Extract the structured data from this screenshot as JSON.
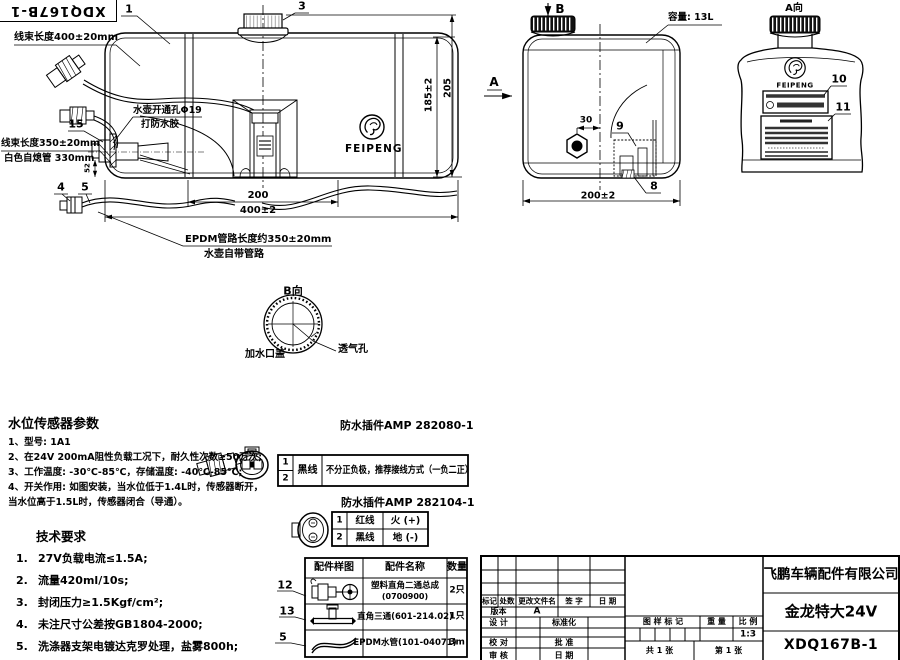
{
  "drawing": {
    "corner_code": "XDQ167B-1"
  },
  "front_view": {
    "callouts": {
      "c1": "1",
      "c3": "3",
      "c4": "4",
      "c5": "5",
      "c15": "15"
    },
    "labels": {
      "harness_400": "线束长度400±20mm",
      "hole_line1": "水壶开通孔Φ19",
      "hole_line2": "打防水胶",
      "harness_350": "线束长度350±20mm",
      "white_tube": "白色自熄管 330mm",
      "epdm_line1": "EPDM管路长度约350±20mm",
      "epdm_line2": "水壶自带管路",
      "logo": "FEIPENG"
    },
    "dims": {
      "w_inner": "200",
      "w_total": "400±2",
      "h_body": "185±2",
      "h_total": "205",
      "sensor_h": "52"
    }
  },
  "b_detail": {
    "title": "B向",
    "cap": "加水口盖",
    "vent": "透气孔"
  },
  "side_view": {
    "view_a": "A",
    "view_b": "B",
    "capacity": "容量: 13L",
    "dim_30": "30",
    "dim_width": "200±2",
    "callouts": {
      "c8": "8",
      "c9": "9"
    }
  },
  "a_view": {
    "title": "A向",
    "logo": "FEIPENG",
    "callouts": {
      "c10": "10",
      "c11": "11"
    }
  },
  "sensor_params": {
    "title": "水位传感器参数",
    "lines": [
      "1、型号: 1A1",
      "2、在24V 200mA阻性负载工况下，耐久性次数≥50万次;",
      "3、工作温度: -30℃-85℃，存储温度: -40℃-85℃;",
      "4、开关作用: 如图安装，当水位低于1.4L时，传感器断开，",
      "当水位高于1.5L时，传感器闭合（导通）。"
    ]
  },
  "connector1": {
    "title": "防水插件AMP 282080-1",
    "pin1": "1",
    "pin2": "2",
    "wire": "黑线",
    "desc": "不分正负极，推荐接线方式（一负二正）"
  },
  "connector2": {
    "title": "防水插件AMP 282104-1",
    "rows": [
      {
        "pin": "1",
        "wire": "红线",
        "func": "火 (+)"
      },
      {
        "pin": "2",
        "wire": "黑线",
        "func": "地 (-)"
      }
    ]
  },
  "tech_req": {
    "title": "技术要求",
    "items": [
      {
        "no": "1.",
        "text": "27V负载电流≤1.5A;"
      },
      {
        "no": "2.",
        "text": "流量420ml/10s;"
      },
      {
        "no": "3.",
        "text": "封闭压力≥1.5Kgf/cm²;"
      },
      {
        "no": "4.",
        "text": "未注尺寸公差按GB1804-2000;"
      },
      {
        "no": "5.",
        "text": "洗涤器支架电镀达克罗处理，盐雾800h;"
      }
    ]
  },
  "parts_table": {
    "headers": [
      "配件样图",
      "配件名称",
      "数量"
    ],
    "rows": [
      {
        "callout": "12",
        "name": "塑料直角二通总成",
        "name2": "(0700900)",
        "qty": "2只"
      },
      {
        "callout": "13",
        "name": "直角三通(601-214.02)",
        "name2": "",
        "qty": "1只"
      },
      {
        "callout": "5",
        "name": "EPDM水管(101-04071)",
        "name2": "",
        "qty": "3m"
      }
    ]
  },
  "title_block": {
    "company": "飞鹏车辆配件有限公司",
    "product": "金龙特大24V",
    "part_no": "XDQ167B-1",
    "rev_headers": [
      "标记",
      "处数",
      "更改文件名",
      "签 字",
      "日 期"
    ],
    "version_label": "版本",
    "version_value": "A",
    "design": "设 计",
    "standardization": "标准化",
    "check": "校 对",
    "approve": "批 准",
    "review": "审 核",
    "date": "日 期",
    "stamp_header": "图 样 标 记",
    "weight_header": "重 量",
    "scale_header": "比 例",
    "scale_value": "1:3",
    "sheet_total": "共 1 张",
    "sheet_no": "第 1 张"
  }
}
